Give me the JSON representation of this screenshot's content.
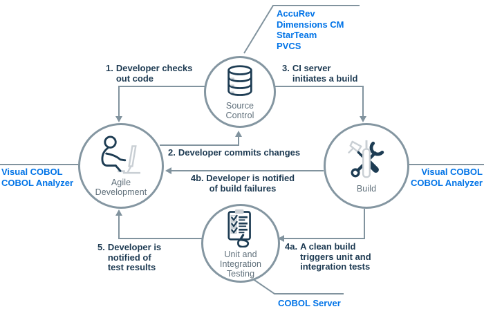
{
  "colors": {
    "accent_blue": "#0073e7",
    "line_gray": "#81939e",
    "step_text": "#1d3a52",
    "node_label": "#60707b",
    "icon_dark": "#1d3c53",
    "icon_light": "#c9cfd4"
  },
  "nodes": {
    "source_control": {
      "icon": "database-icon",
      "label_lines": [
        "Source",
        "Control"
      ]
    },
    "agile": {
      "icon": "developer-at-desk-icon",
      "label_lines": [
        "Agile",
        "Development"
      ]
    },
    "build": {
      "icon": "tools-icon",
      "label_lines": [
        "Build"
      ]
    },
    "testing": {
      "icon": "checklist-icon",
      "label_lines": [
        "Unit and",
        "Integration",
        "Testing"
      ]
    }
  },
  "steps": {
    "s1": {
      "num": "1.",
      "lines": [
        "Developer checks",
        "out code"
      ]
    },
    "s2": {
      "num": "2.",
      "lines": [
        "Developer commits changes"
      ]
    },
    "s3": {
      "num": "3.",
      "lines": [
        "CI server",
        "initiates a build"
      ]
    },
    "s4a": {
      "num": "4a.",
      "lines": [
        "A clean build",
        "triggers unit and",
        "integration tests"
      ]
    },
    "s4b": {
      "num": "4b.",
      "lines": [
        "Developer is notified",
        "of build failures"
      ]
    },
    "s5": {
      "num": "5.",
      "lines": [
        "Developer is",
        "notified of",
        "test results"
      ]
    }
  },
  "products": {
    "version_control": [
      "AccuRev",
      "Dimensions CM",
      "StarTeam",
      "PVCS"
    ],
    "left_tools": [
      "Visual COBOL",
      "COBOL Analyzer"
    ],
    "right_tools": [
      "Visual COBOL",
      "COBOL Analyzer"
    ],
    "bottom_tool": [
      "COBOL Server"
    ]
  }
}
